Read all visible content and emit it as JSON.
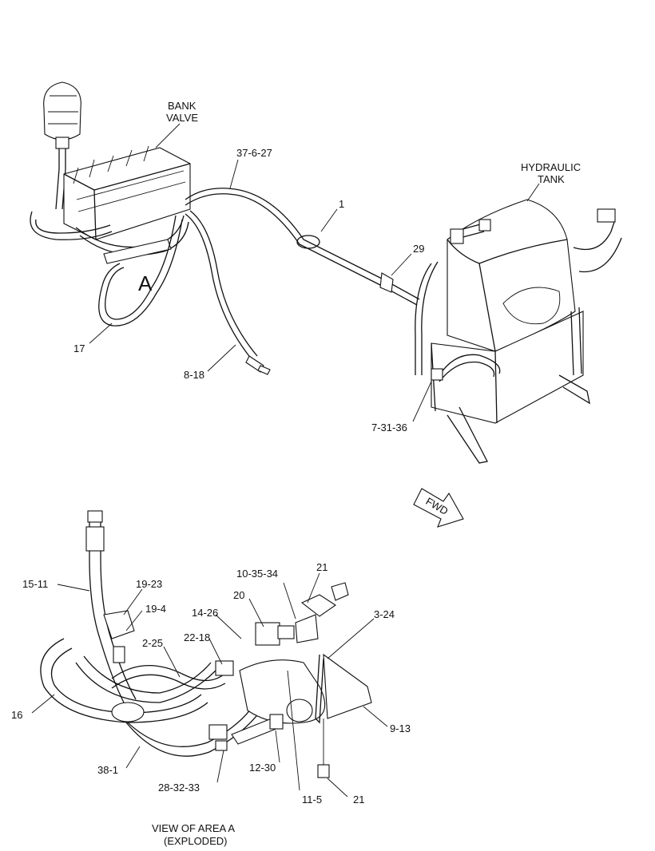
{
  "labels": {
    "bank_valve_1": "BANK",
    "bank_valve_2": "VALVE",
    "hydraulic_tank_1": "HYDRAULIC",
    "hydraulic_tank_2": "TANK",
    "area_a": "A",
    "fwd": "FWD",
    "view_1": "VIEW OF AREA A",
    "view_2": "(EXPLODED)"
  },
  "callouts": {
    "c_37_6_27": "37-6-27",
    "c_1": "1",
    "c_29": "29",
    "c_17": "17",
    "c_8_18": "8-18",
    "c_7_31_36": "7-31-36",
    "c_15_11": "15-11",
    "c_19_23": "19-23",
    "c_19_4": "19-4",
    "c_2_25": "2-25",
    "c_14_26": "14-26",
    "c_22_18": "22-18",
    "c_20": "20",
    "c_10_35_34": "10-35-34",
    "c_21_top": "21",
    "c_3_24": "3-24",
    "c_16": "16",
    "c_9_13": "9-13",
    "c_38_1": "38-1",
    "c_12_30": "12-30",
    "c_28_32_33": "28-32-33",
    "c_11_5": "11-5",
    "c_21_bottom": "21"
  }
}
